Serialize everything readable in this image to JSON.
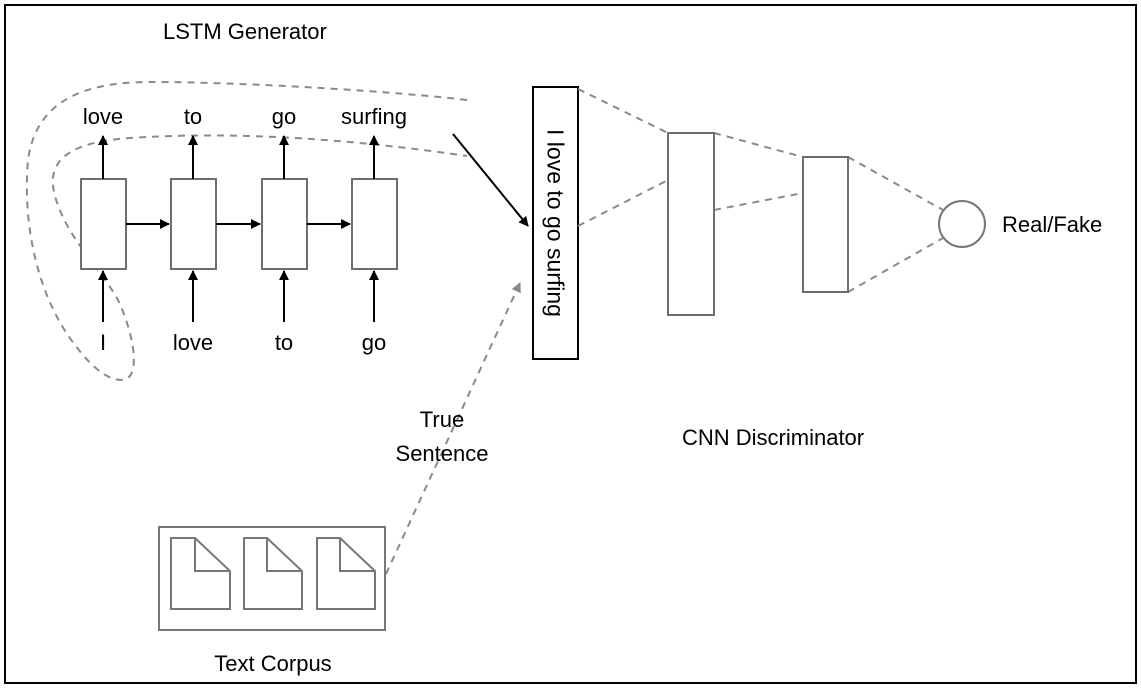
{
  "generator": {
    "title": "LSTM Generator",
    "outputs": [
      "love",
      "to",
      "go",
      "surfing"
    ],
    "inputs": [
      "I",
      "love",
      "to",
      "go"
    ]
  },
  "generated_sentence": "I love to go surfing",
  "discriminator": {
    "title": "CNN Discriminator",
    "output_label": "Real/Fake"
  },
  "true_sentence": {
    "line1": "True",
    "line2": "Sentence"
  },
  "corpus": {
    "label": "Text Corpus",
    "document_icons": [
      "document-icon",
      "document-icon",
      "document-icon"
    ]
  }
}
